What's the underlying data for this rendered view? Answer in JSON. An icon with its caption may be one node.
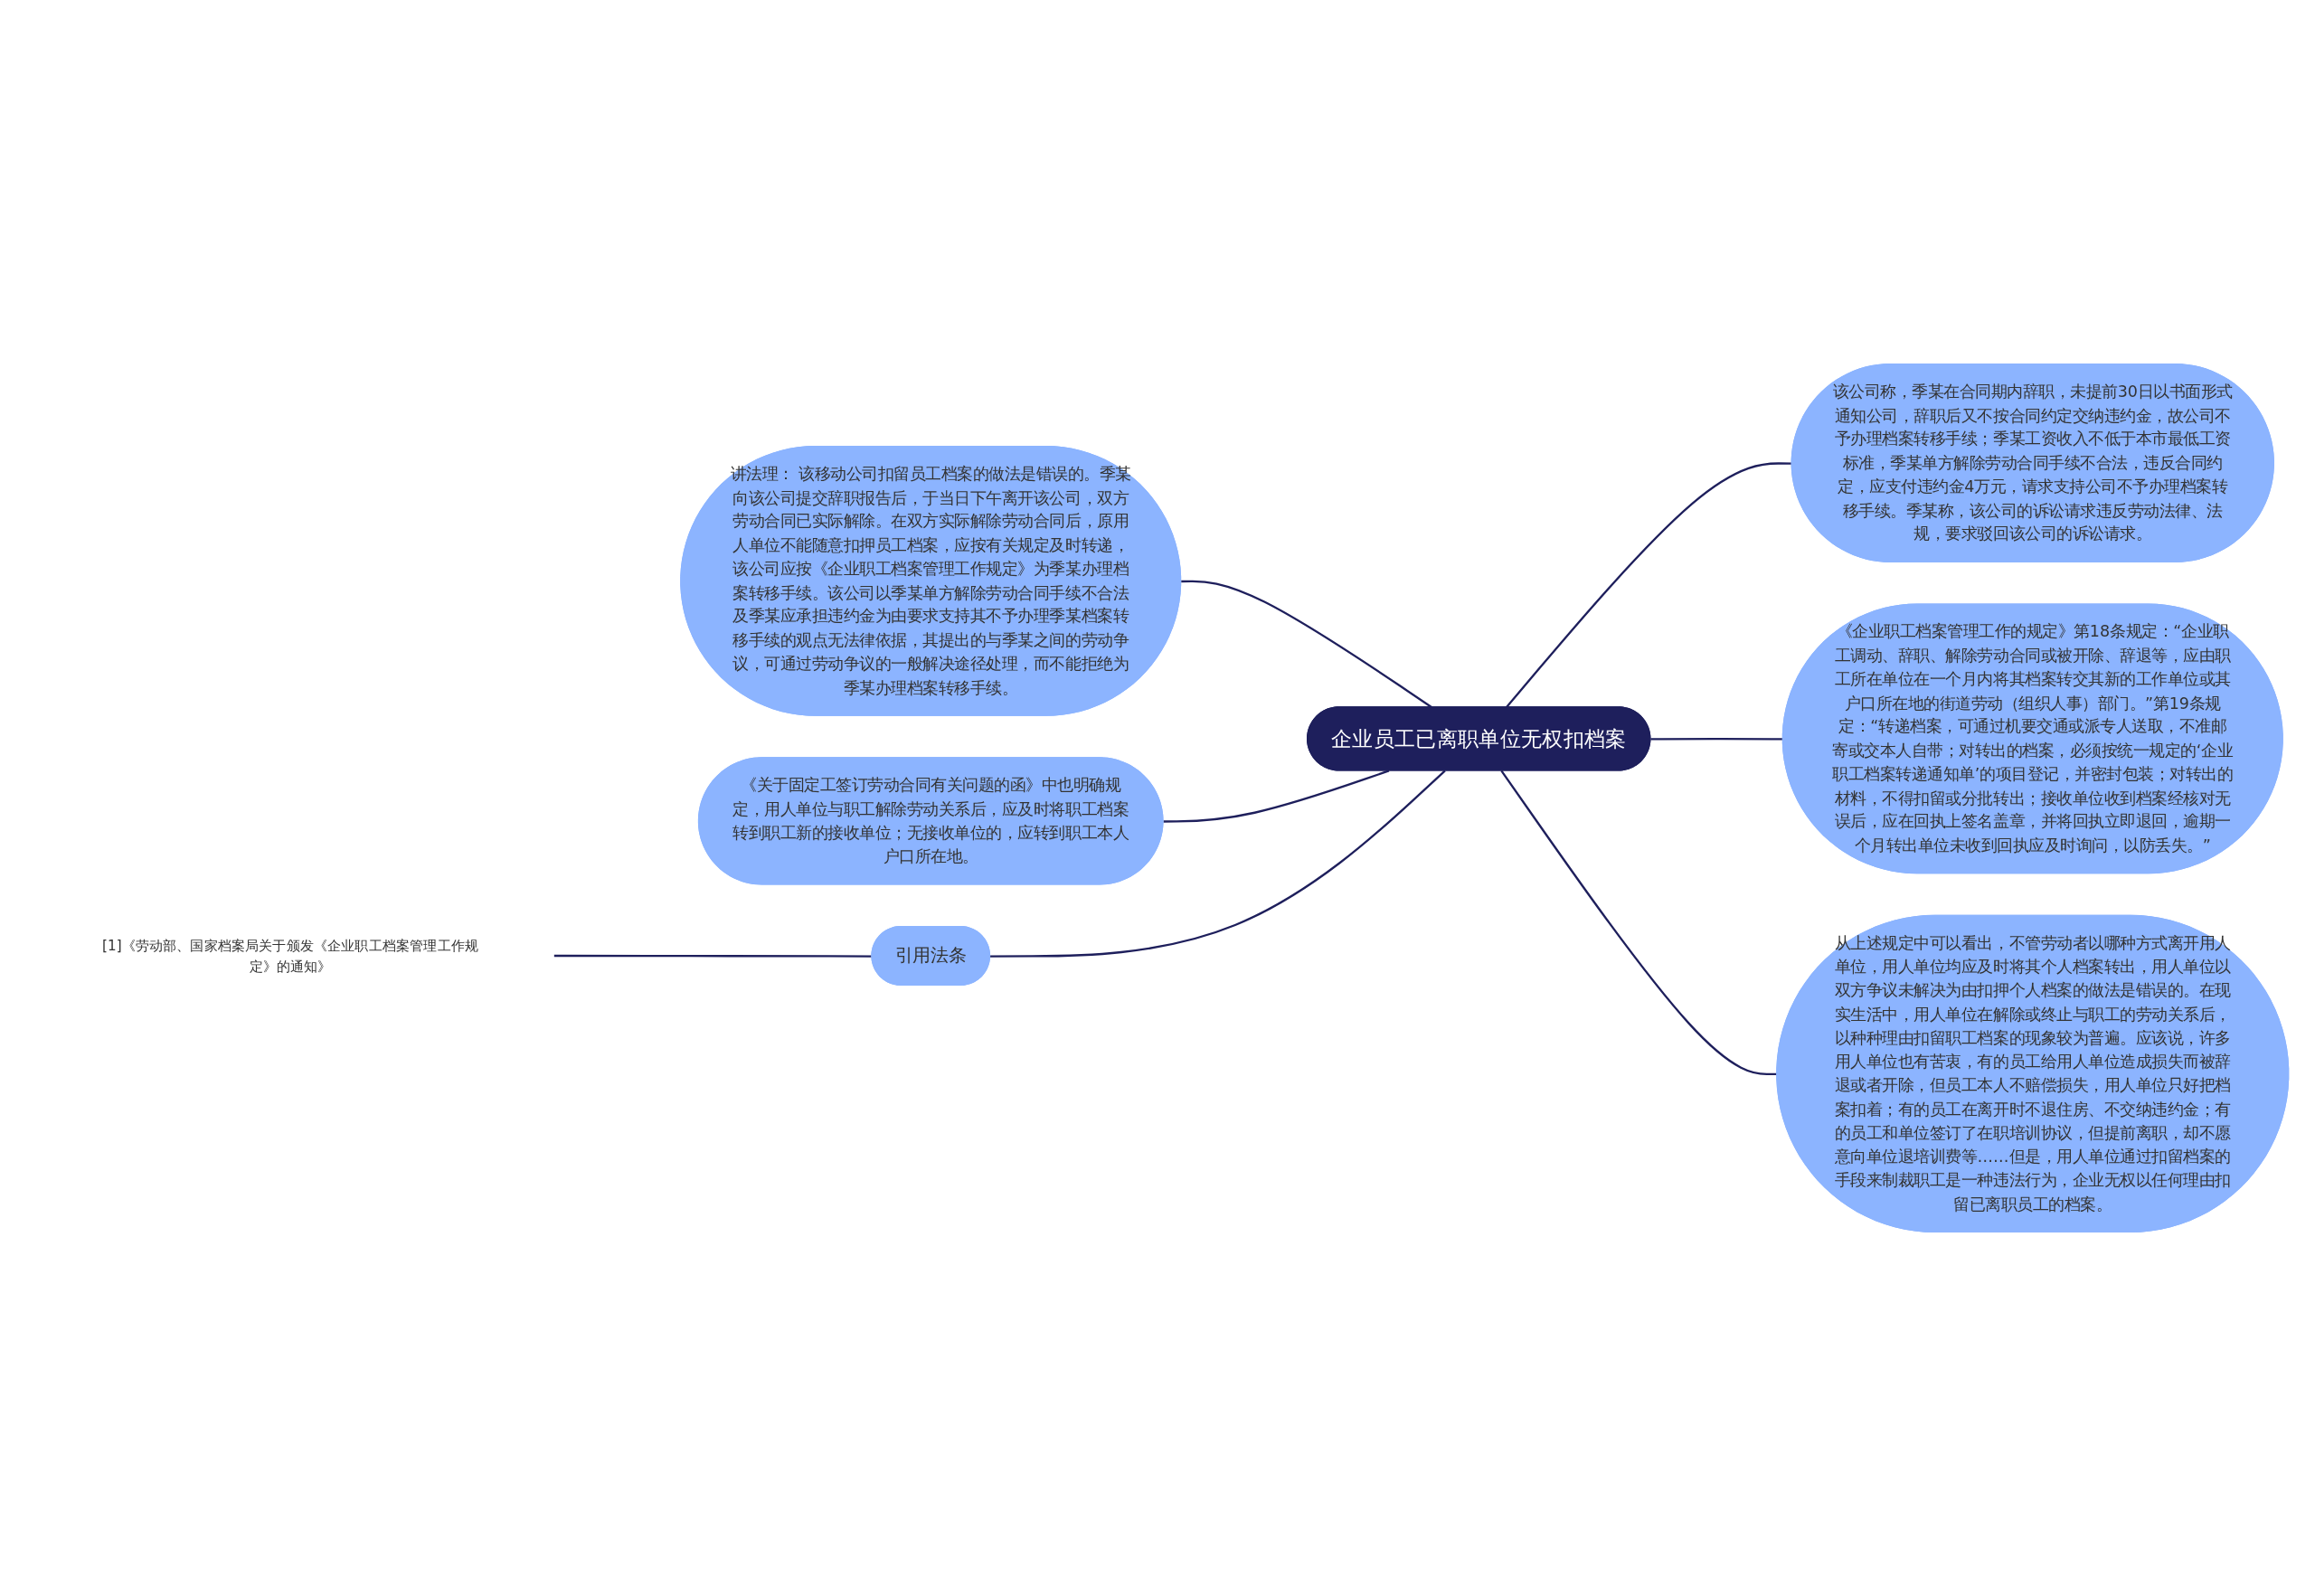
{
  "diagram": {
    "nodes": [
      {
        "text": [
          "企业员工已离职单位无权扣档案"
        ]
      },
      {
        "text": [
          "该公司称，季某在合同期内辞职，未提前30日以书面形式通知公司，辞职后又不按合同约定交纳违约金，故公司不予办理档案转移手续；季某工资收入不低于本市最低工资标准，季某单方解除劳动合同手续不合法，违反合同约定，应支付违约金4万元，请求支持公司不予办理档案转移手续。季某称，该公司的诉讼请求违反劳动法律、法规，要求驳回该公司的诉讼请求。"
        ]
      },
      {
        "text": [
          "《企业职工档案管理工作的规定》第18条规定：“企业职工调动、辞职、解除劳动合同或被开除、辞退等，应由职工所在单位在一个月内将其档案转交其新的工作单位或其户口所在地的街道劳动（组织人事）部门。”第19条规定：“转递档案，可通过机要交通或派专人送取，不准邮寄或交本人自带；对转出的档案，必须按统一规定的‘企业职工档案转递通知单’的项目登记，并密封包装；对转出的材料，不得扣留或分批转出；接收单位收到档案经核对无误后，应在回执上签名盖章，并将回执立即退回，逾期一个月转出单位未收到回执应及时询问，以防丢失。”"
        ]
      },
      {
        "text": [
          "从上述规定中可以看出，不管劳动者以哪种方式离开用人单位，用人单位均应及时将其个人档案转出，用人单位以双方争议未解决为由扣押个人档案的做法是错误的。在现实生活中，用人单位在解除或终止与职工的劳动关系后，以种种理由扣留职工档案的现象较为普遍。应该说，许多用人单位也有苦衷，有的员工给用人单位造成损失而被辞退或者开除，但员工本人不赔偿损失，用人单位只好把档案扣着；有的员工在离开时不退住房、不交纳违约金；有的员工和单位签订了在职培训协议，但提前离职，却不愿意向单位退培训费等……但是，用人单位通过扣留档案的手段来制裁职工是一种违法行为，企业无权以任何理由扣留已离职员工的档案。"
        ]
      },
      {
        "text": [
          "讲法理： 该移动公司扣留员工档案的做法是错误的。季某向该公司提交辞职报告后，于当日下午离开该公司，双方劳动合同已实际解除。在双方实际解除劳动合同后，原用人单位不能随意扣押员工档案，应按有关规定及时转递，该公司应按《企业职工档案管理工作规定》为季某办理档案转移手续。该公司以季某单方解除劳动合同手续不合法及季某应承担违约金为由要求支持其不予办理季某档案转移手续的观点无法律依据，其提出的与季某之间的劳动争议，可通过劳动争议的一般解决途径处理，而不能拒绝为季某办理档案转移手续。"
        ]
      },
      {
        "text": [
          "《关于固定工签订劳动合同有关问题的函》中也明确规定，用人单位与职工解除劳动关系后，应及时将职工档案转到职工新的接收单位；无接收单位的，应转到职工本人户口所在地。"
        ]
      },
      {
        "text": [
          "引用法条"
        ]
      },
      {
        "text": [
          "[1]《劳动部、国家档案局关于颁发《企业职工档案管理工作规定》的通知》"
        ]
      }
    ],
    "edges": [
      {
        "from": 4,
        "to": 0,
        "arrow": "none"
      },
      {
        "from": 5,
        "to": 0,
        "arrow": "none"
      },
      {
        "from": 6,
        "to": 0,
        "arrow": "none"
      },
      {
        "from": 7,
        "to": 6,
        "arrow": "none"
      },
      {
        "from": 0,
        "to": 1,
        "arrow": "none"
      },
      {
        "from": 0,
        "to": 2,
        "arrow": "none"
      },
      {
        "from": 0,
        "to": 3,
        "arrow": "none"
      }
    ]
  }
}
